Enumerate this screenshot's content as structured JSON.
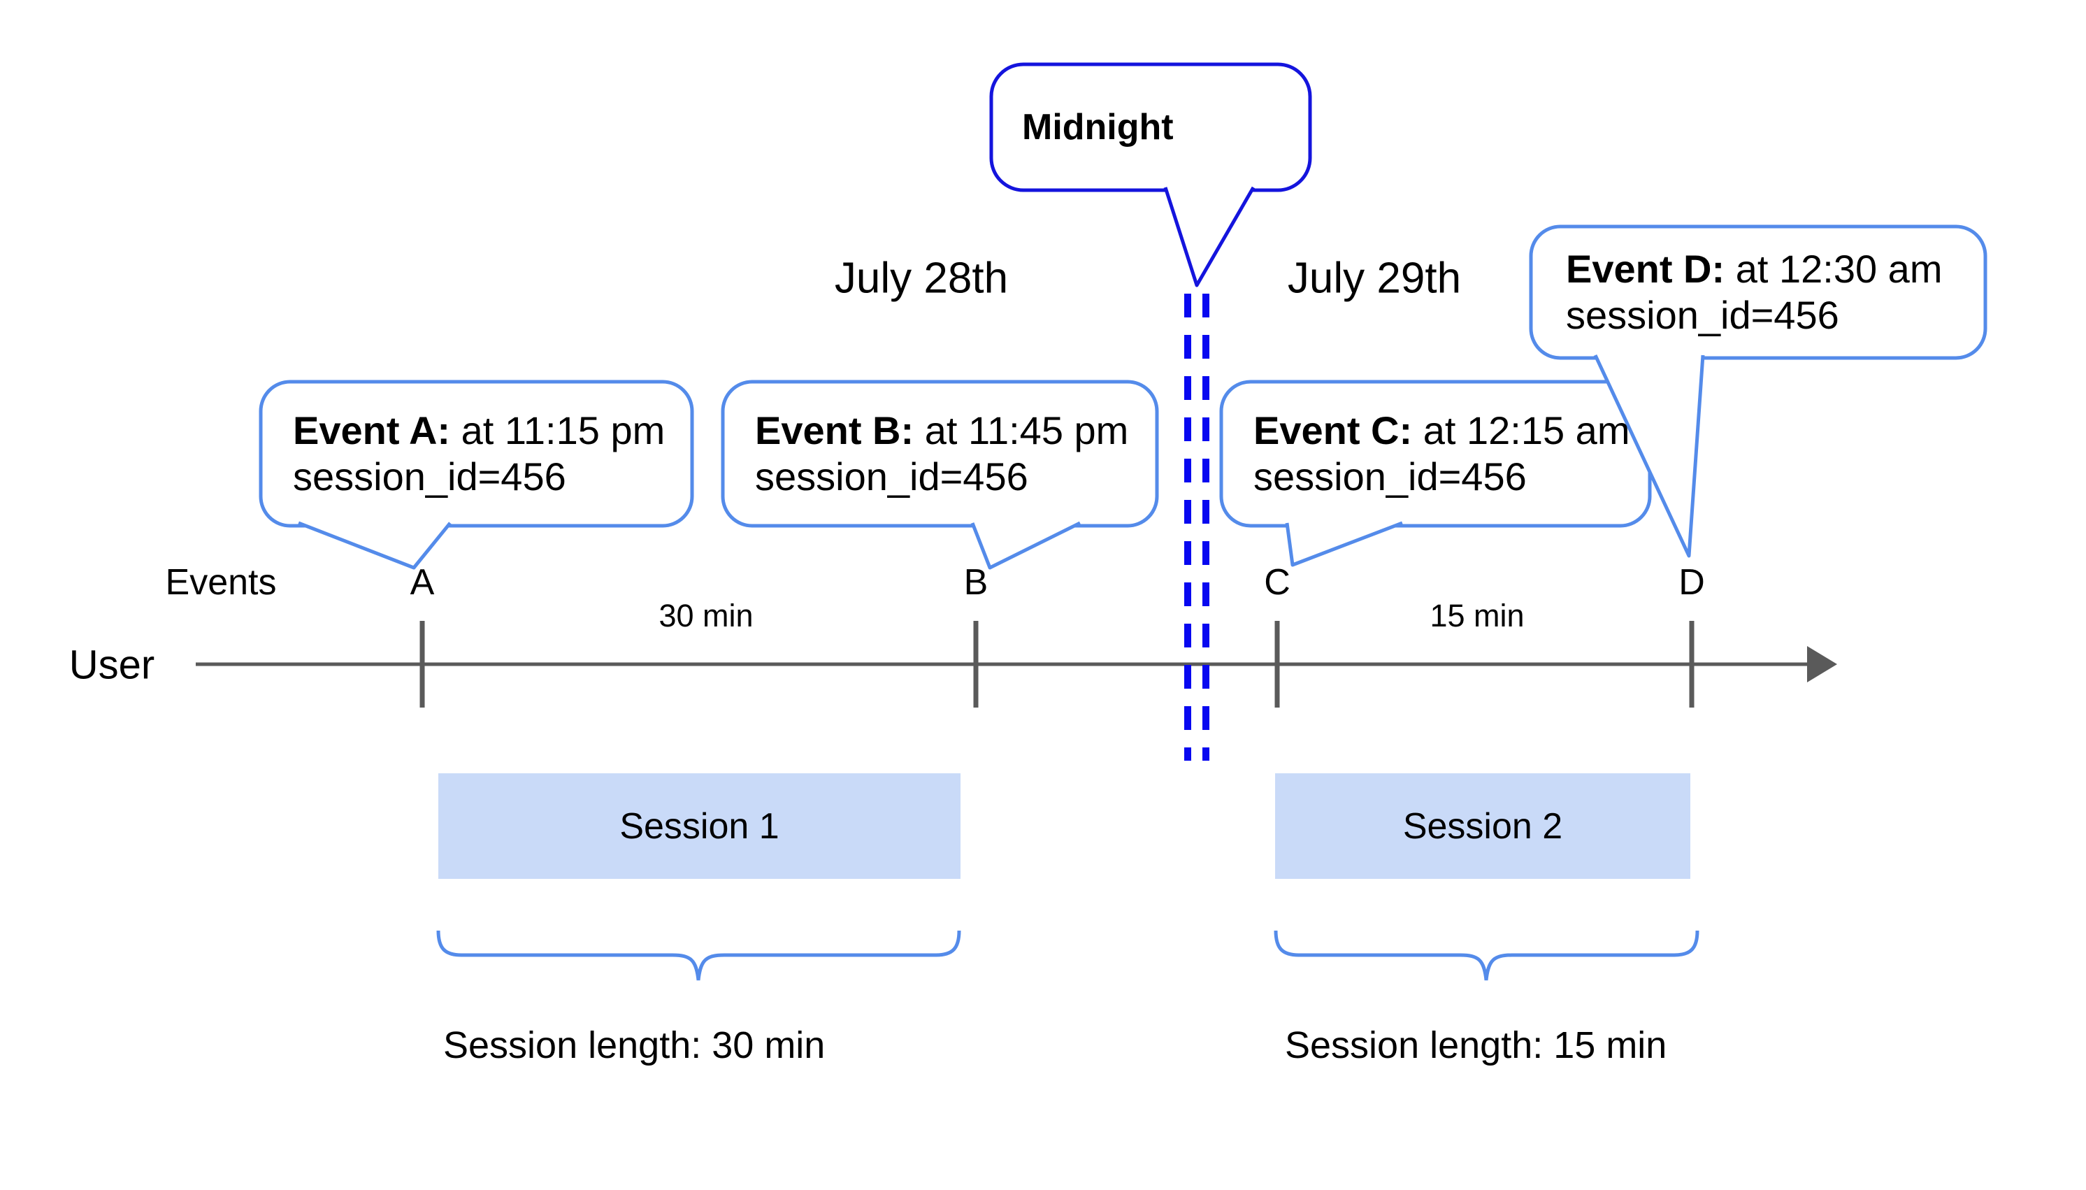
{
  "dates": {
    "before": "July 28th",
    "after": "July 29th"
  },
  "midnight": {
    "label": "Midnight"
  },
  "axis": {
    "events_label": "Events",
    "user_label": "User"
  },
  "markers": [
    "A",
    "B",
    "C",
    "D"
  ],
  "intervals": [
    {
      "label": "30 min"
    },
    {
      "label": "15 min"
    }
  ],
  "callouts": [
    {
      "event": "A",
      "bold": "Event A:",
      "time": " at 11:15 pm",
      "detail": "session_id=456"
    },
    {
      "event": "B",
      "bold": "Event B:",
      "time": " at 11:45 pm",
      "detail": "session_id=456"
    },
    {
      "event": "C",
      "bold": "Event C:",
      "time": " at 12:15 am",
      "detail": "session_id=456"
    },
    {
      "event": "D",
      "bold": "Event D:",
      "time": " at 12:30 am",
      "detail": "session_id=456"
    }
  ],
  "sessions": [
    {
      "label": "Session 1",
      "length": "Session length: 30 min"
    },
    {
      "label": "Session 2",
      "length": "Session length: 15 min"
    }
  ],
  "colors": {
    "callout_border": "#548bea",
    "midnight_border": "#1414dd",
    "dashed_line": "#0808f0",
    "session_fill": "#c9daf8",
    "timeline": "#5a5a5a",
    "brace": "#548bea"
  }
}
